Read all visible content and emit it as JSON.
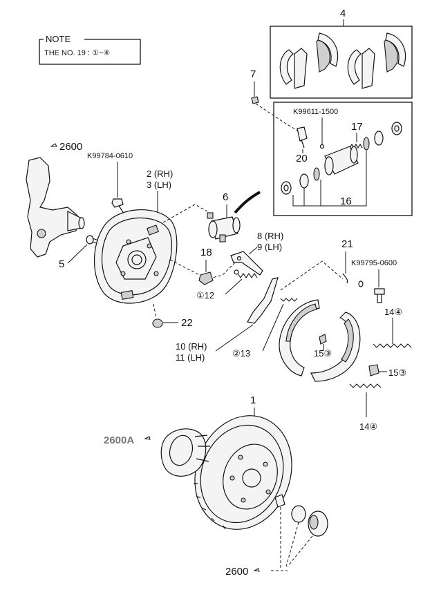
{
  "note": {
    "title": "NOTE",
    "text": "THE NO. 19 : ①~④"
  },
  "references": {
    "ref_2600_top": "2600",
    "ref_2600a": "2600A",
    "ref_2600_bottom": "2600"
  },
  "bolts": {
    "bolt_a": "K99784-0610",
    "bolt_b": "K99611-1500",
    "bolt_c": "K99795-0600"
  },
  "callouts": {
    "c1": "1",
    "c2": "2 (RH)",
    "c3": "3 (LH)",
    "c4": "4",
    "c5": "5",
    "c6": "6",
    "c7": "7",
    "c8": "8 (RH)",
    "c9": "9 (LH)",
    "c10": "10 (RH)",
    "c11": "11 (LH)",
    "c12": "①12",
    "c13": "②13",
    "c14a": "14④",
    "c14b": "14④",
    "c15a": "15③",
    "c15b": "15③",
    "c16": "16",
    "c17": "17",
    "c18": "18",
    "c20": "20",
    "c21": "21",
    "c22": "22"
  }
}
